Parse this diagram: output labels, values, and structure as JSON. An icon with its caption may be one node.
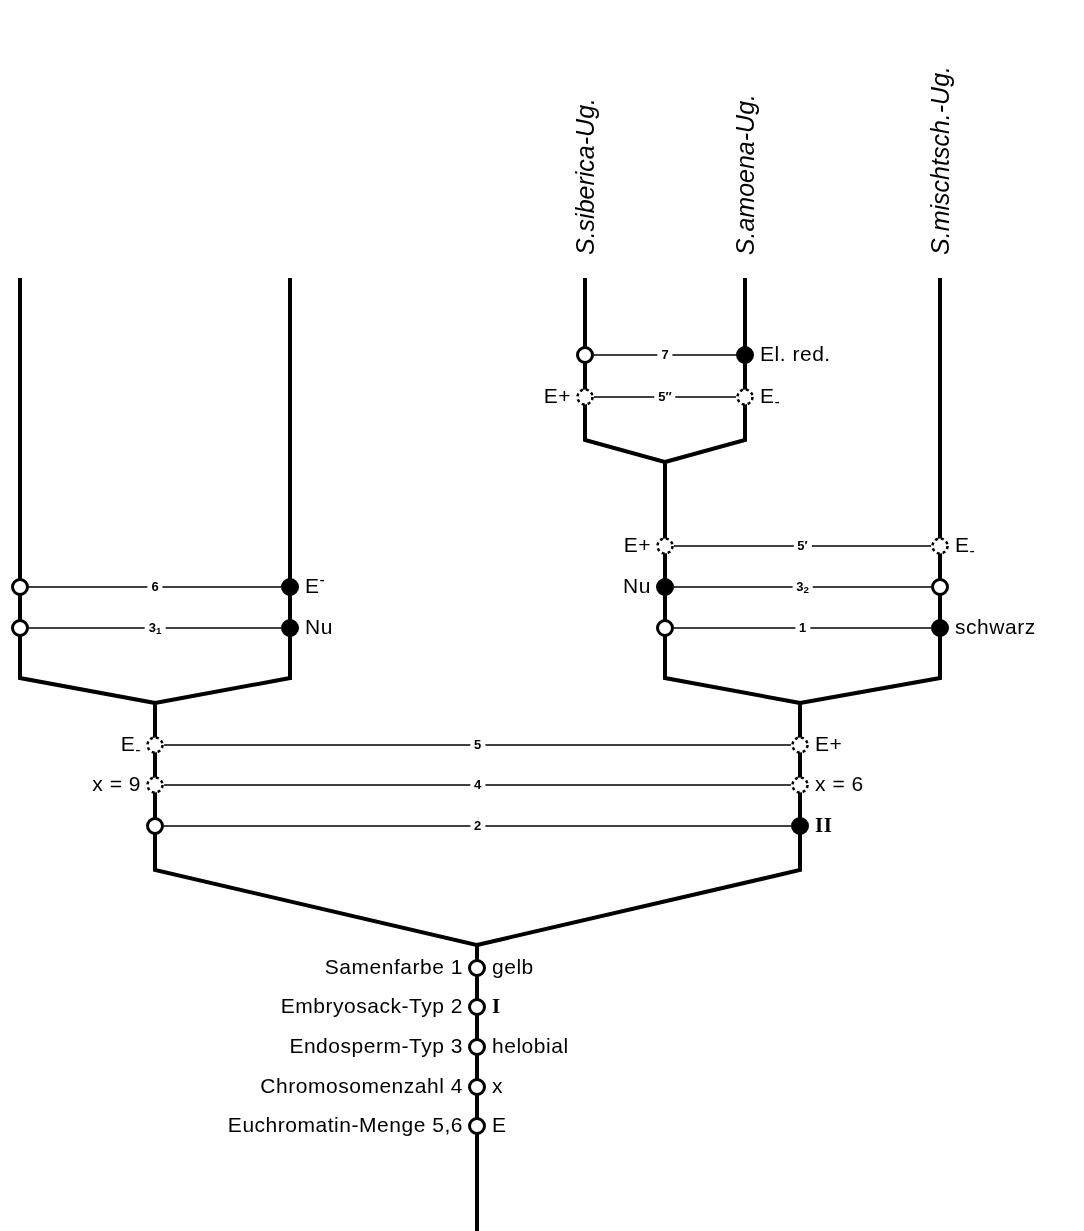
{
  "diagram": {
    "nodes": [
      {
        "text": [],
        "shape": "circle"
      },
      {
        "text": [],
        "shape": "disc",
        "beside": [
          "El. red."
        ]
      },
      {
        "text": [],
        "shape": "dashed-circle",
        "beside": [
          "E+"
        ]
      },
      {
        "text": [],
        "shape": "dashed-circle",
        "beside": [
          "E$_{-}$"
        ]
      },
      {
        "text": [],
        "shape": "dashed-circle",
        "beside": [
          "E+"
        ]
      },
      {
        "text": [],
        "shape": "dashed-circle",
        "beside": [
          "E$_{-}$"
        ]
      },
      {
        "text": [],
        "shape": "circle"
      },
      {
        "text": [],
        "shape": "disc",
        "beside": [
          "E$^{-}$"
        ]
      },
      {
        "text": [],
        "shape": "disc",
        "beside": [
          "Nu"
        ]
      },
      {
        "text": [],
        "shape": "circle"
      },
      {
        "text": [],
        "shape": "circle"
      },
      {
        "text": [],
        "shape": "disc",
        "beside": [
          "Nu"
        ]
      },
      {
        "text": [],
        "shape": "circle"
      },
      {
        "text": [],
        "shape": "disc",
        "beside": [
          "schwarz"
        ]
      },
      {
        "text": [],
        "shape": "dashed-circle",
        "beside": [
          "E$_{-}$"
        ]
      },
      {
        "text": [],
        "shape": "dashed-circle",
        "beside": [
          "E+"
        ]
      },
      {
        "text": [],
        "shape": "dashed-circle",
        "beside": [
          "x = 9"
        ]
      },
      {
        "text": [],
        "shape": "dashed-circle",
        "beside": [
          "x = 6"
        ]
      },
      {
        "text": [],
        "shape": "circle"
      },
      {
        "text": [],
        "shape": "disc",
        "beside": [
          "II"
        ]
      },
      {
        "text": [],
        "shape": "circle",
        "beside": [
          "Samenfarbe 1",
          "gelb"
        ]
      },
      {
        "text": [],
        "shape": "circle",
        "beside": [
          "Embryosack-Typ 2",
          "I"
        ]
      },
      {
        "text": [],
        "shape": "circle",
        "beside": [
          "Endosperm-Typ 3",
          "helobial"
        ]
      },
      {
        "text": [],
        "shape": "circle",
        "beside": [
          "Chromosomenzahl 4",
          "x"
        ]
      },
      {
        "text": [],
        "shape": "circle",
        "beside": [
          "Euchromatin-Menge 5,6",
          "E"
        ]
      }
    ],
    "edges": [
      {
        "from": 0,
        "to": 1,
        "arrow": "none",
        "label": "7"
      },
      {
        "from": 2,
        "to": 3,
        "arrow": "none",
        "label": "5″"
      },
      {
        "from": 4,
        "to": 5,
        "arrow": "none",
        "label": "5′"
      },
      {
        "from": 6,
        "to": 7,
        "arrow": "none",
        "label": "6"
      },
      {
        "from": 8,
        "to": 9,
        "arrow": "none",
        "label": "3$_{2}$"
      },
      {
        "from": 10,
        "to": 11,
        "arrow": "none",
        "label": "3$_{1}$"
      },
      {
        "from": 12,
        "to": 13,
        "arrow": "none",
        "label": "1"
      },
      {
        "from": 14,
        "to": 15,
        "arrow": "none",
        "label": "5"
      },
      {
        "from": 16,
        "to": 17,
        "arrow": "none",
        "label": "4"
      },
      {
        "from": 18,
        "to": 19,
        "arrow": "none",
        "label": "2"
      }
    ],
    "labels": [
      "S.siberica-Ug.",
      "S.amoena-Ug.",
      "S.mischtsch.-Ug."
    ]
  }
}
